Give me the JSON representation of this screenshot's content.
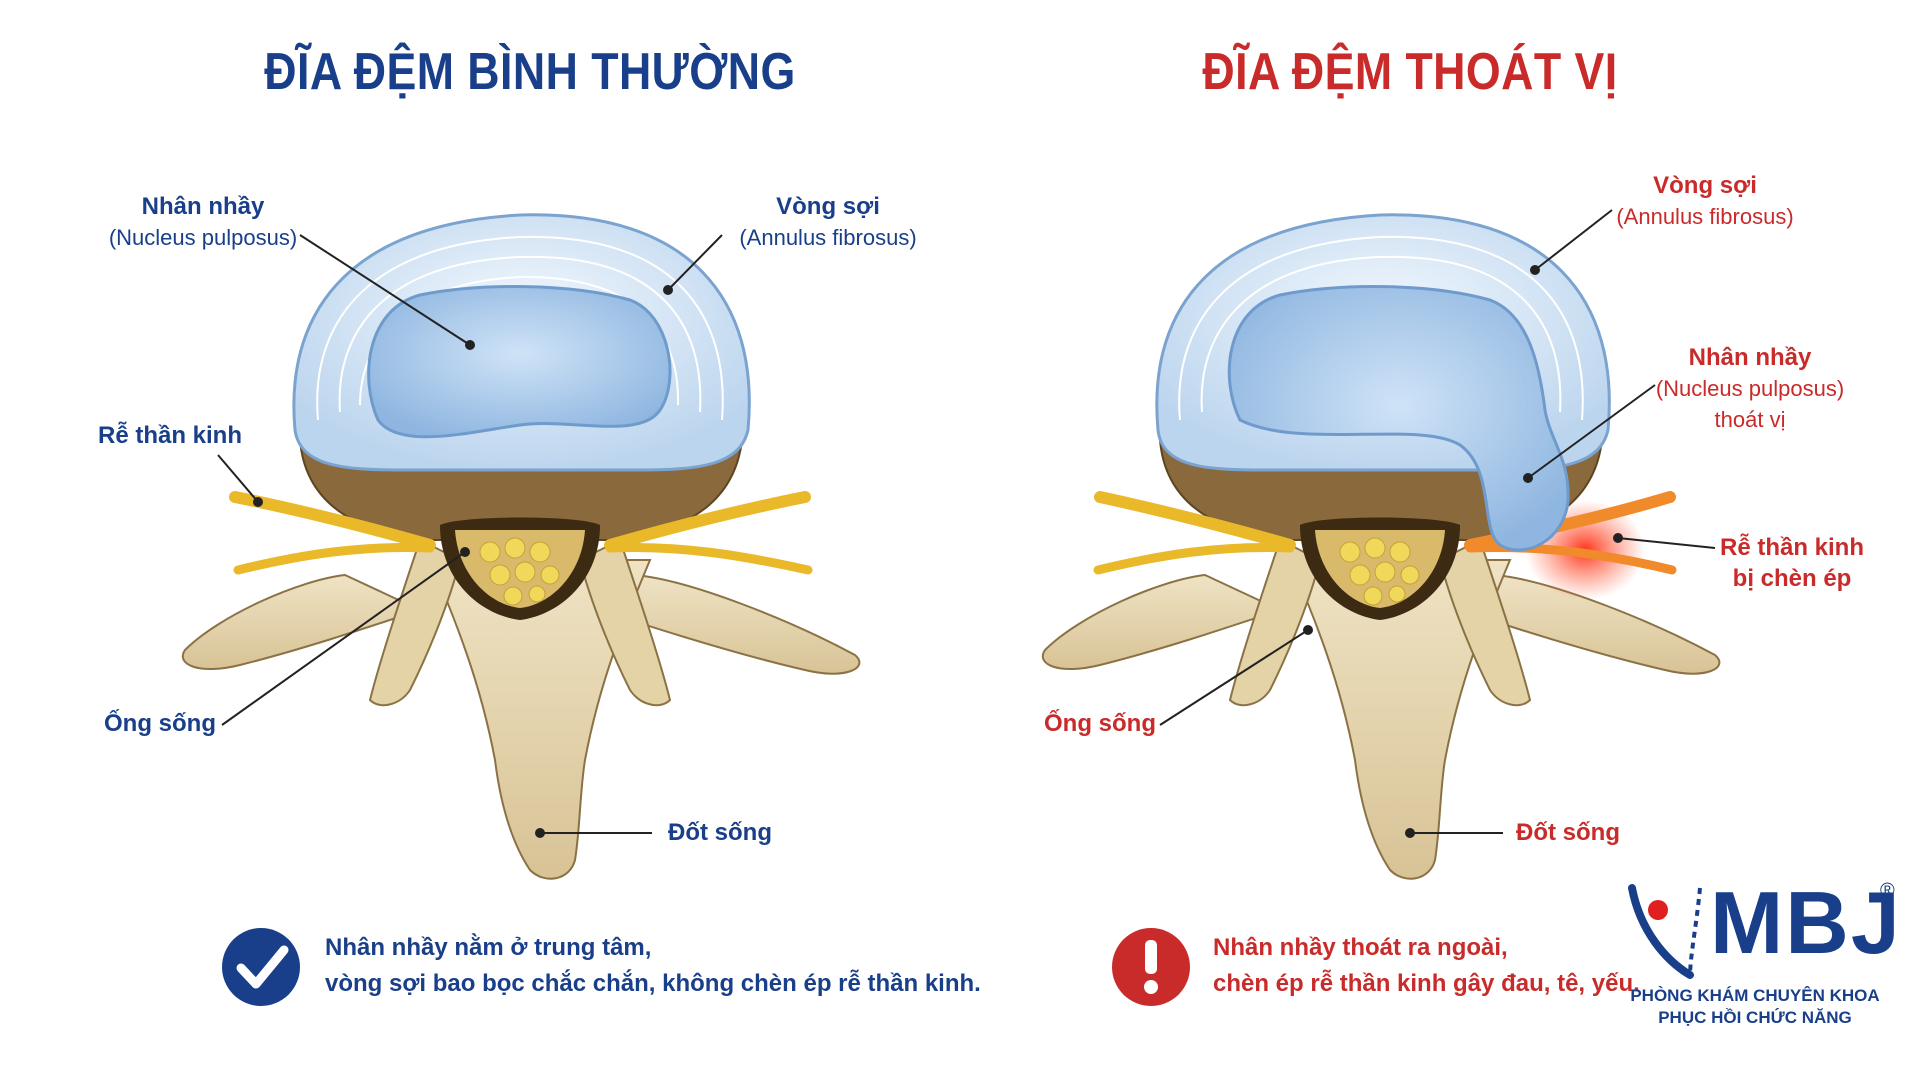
{
  "normal": {
    "title": "ĐĨA ĐỆM BÌNH THƯỜNG",
    "nucleus_label": "Nhân nhầy",
    "nucleus_latin": "(Nucleus pulposus)",
    "annulus_label": "Vòng sợi",
    "annulus_latin": "(Annulus fibrosus)",
    "nerve_label": "Rễ thần kinh",
    "canal_label": "Ống sống",
    "vertebra_label": "Đốt sống",
    "note_line1": "Nhân nhầy nằm ở trung tâm,",
    "note_line2": "vòng sợi bao bọc chắc chắn, không chèn ép rễ thần kinh."
  },
  "herniated": {
    "title": "ĐĨA ĐỆM THOÁT VỊ",
    "annulus_label": "Vòng sợi",
    "annulus_latin": "(Annulus fibrosus)",
    "nucleus_label": "Nhân nhầy",
    "nucleus_latin": "(Nucleus pulposus)",
    "nucleus_state": "thoát vị",
    "nerve_label": "Rễ thần kinh",
    "nerve_state": "bị chèn ép",
    "canal_label": "Ống sống",
    "vertebra_label": "Đốt sống",
    "note_line1": "Nhân nhầy thoát ra ngoài,",
    "note_line2": "chèn ép rễ thần kinh gây đau, tê, yếu."
  },
  "logo": {
    "brand": "MBJ",
    "registered": "®",
    "tagline1": "PHÒNG KHÁM CHUYÊN KHOA",
    "tagline2": "PHỤC HỒI CHỨC NĂNG"
  },
  "colors": {
    "navy": "#1a3f8a",
    "red": "#c92a2a",
    "bone": "#e8d9b4",
    "disc": "#d6e6f5",
    "nerve": "#e9b92a"
  },
  "icons": {
    "ok": "check-circle-icon",
    "warn": "exclamation-circle-icon"
  }
}
